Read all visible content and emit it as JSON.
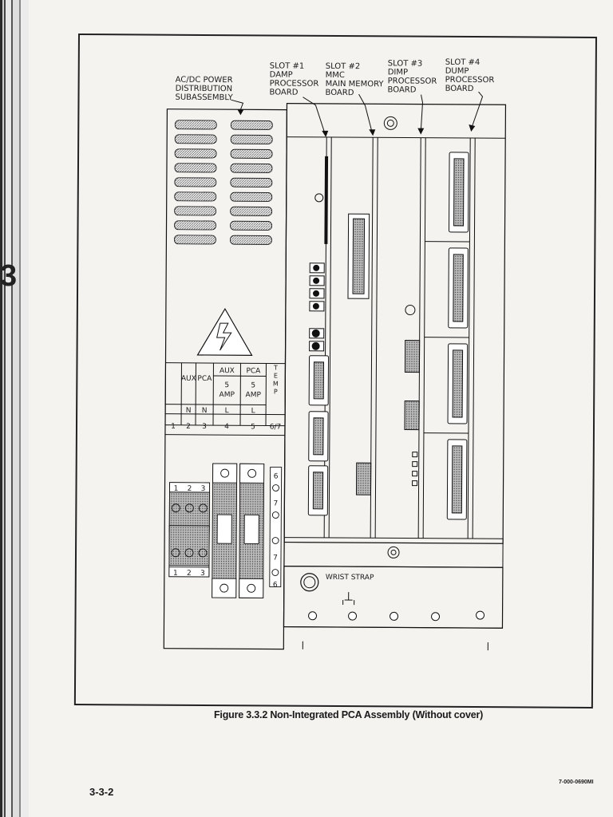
{
  "labels": {
    "power": "AC/DC POWER\nDISTRIBUTION\nSUBASSEMBLY",
    "slot1": "SLOT #1\nDAMP\nPROCESSOR\nBOARD",
    "slot2": "SLOT #2\nMMC\nMAIN MEMORY\nBOARD",
    "slot3": "SLOT #3\nDIMP\nPROCESSOR\nBOARD",
    "slot4": "SLOT #4\nDUMP\nPROCESSOR\nBOARD"
  },
  "fuse_table": {
    "aux": "AUX",
    "pca": "PCA",
    "aux_rating": "5\nAMP",
    "pca_rating": "5\nAMP",
    "temp": "TEMP",
    "row_nl": [
      "N",
      "N",
      "L",
      "L"
    ],
    "numbers": [
      "1",
      "2",
      "3",
      "4",
      "5",
      "6/7"
    ]
  },
  "terminal_numbers": {
    "left_top": [
      "1",
      "2",
      "3"
    ],
    "left_bottom": [
      "1",
      "2",
      "3"
    ],
    "right": [
      "6",
      "7",
      "7",
      "6"
    ]
  },
  "wrist_strap": "WRIST STRAP",
  "caption": "Figure 3.3.2 Non-Integrated PCA Assembly (Without cover)",
  "page_number": "3-3-2",
  "doc_number": "7-000-0690MI",
  "side_tab": "3"
}
